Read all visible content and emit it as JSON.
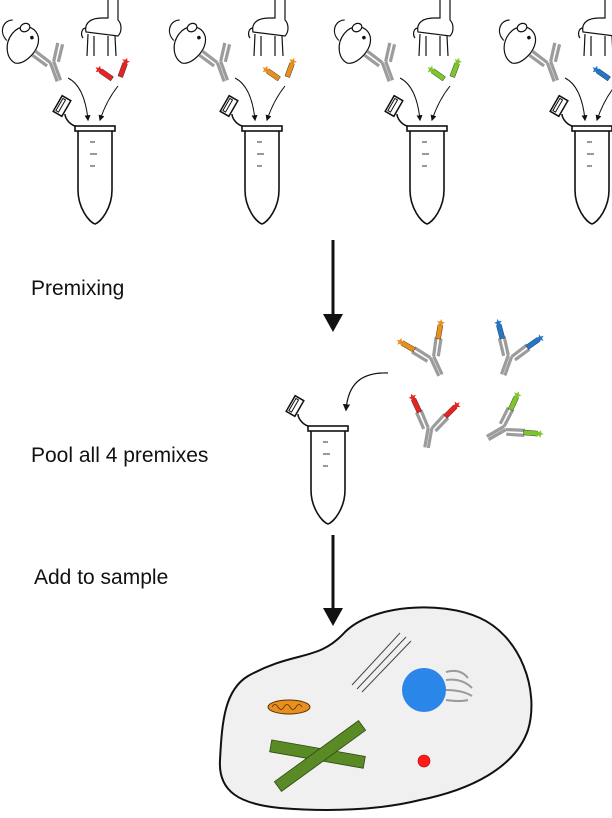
{
  "steps": [
    {
      "label": "Premixing"
    },
    {
      "label": "Pool all 4 premixes"
    },
    {
      "label": "Add to sample"
    }
  ],
  "premix_tubes": [
    {
      "nanobody_color": "#e52424"
    },
    {
      "nanobody_color": "#e8901f"
    },
    {
      "nanobody_color": "#7dc72a"
    },
    {
      "nanobody_color": "#2277c9"
    }
  ],
  "pool_complexes": [
    {
      "color": "#e8901f"
    },
    {
      "color": "#2277c9"
    },
    {
      "color": "#e52424"
    },
    {
      "color": "#7dc72a"
    }
  ],
  "cell": {
    "cytoplasm_color": "#f0f0f0",
    "nucleus_color": "#2a86e8",
    "mitochondrion_color": "#e8901f",
    "filament_color": "#5a8a25",
    "vesicle_color": "#ff1a1a",
    "golgi_color": "#9a9a9a"
  }
}
